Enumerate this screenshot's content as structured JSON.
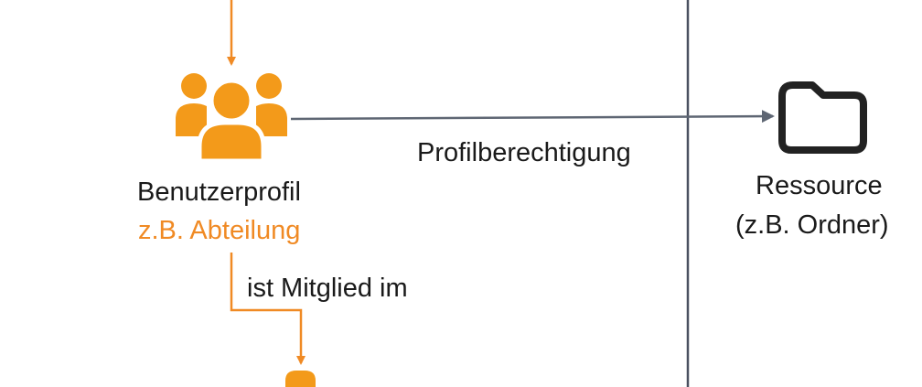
{
  "colors": {
    "accent": "#f08a24",
    "icon_orange": "#f39a1a",
    "arrow_gray": "#5e6673",
    "divider": "#4a5060",
    "text": "#1a1a1a",
    "folder_stroke": "#222222"
  },
  "icons": {
    "profile": "user-group-icon",
    "resource": "folder-icon",
    "member_target": "user-icon"
  },
  "profile": {
    "name": "Benutzerprofil",
    "example": "z.B. Abteilung"
  },
  "membership": {
    "label": "ist Mitglied im"
  },
  "permission": {
    "label": "Profilberechtigung"
  },
  "resource": {
    "name": "Ressource",
    "example": "(z.B. Ordner)"
  }
}
